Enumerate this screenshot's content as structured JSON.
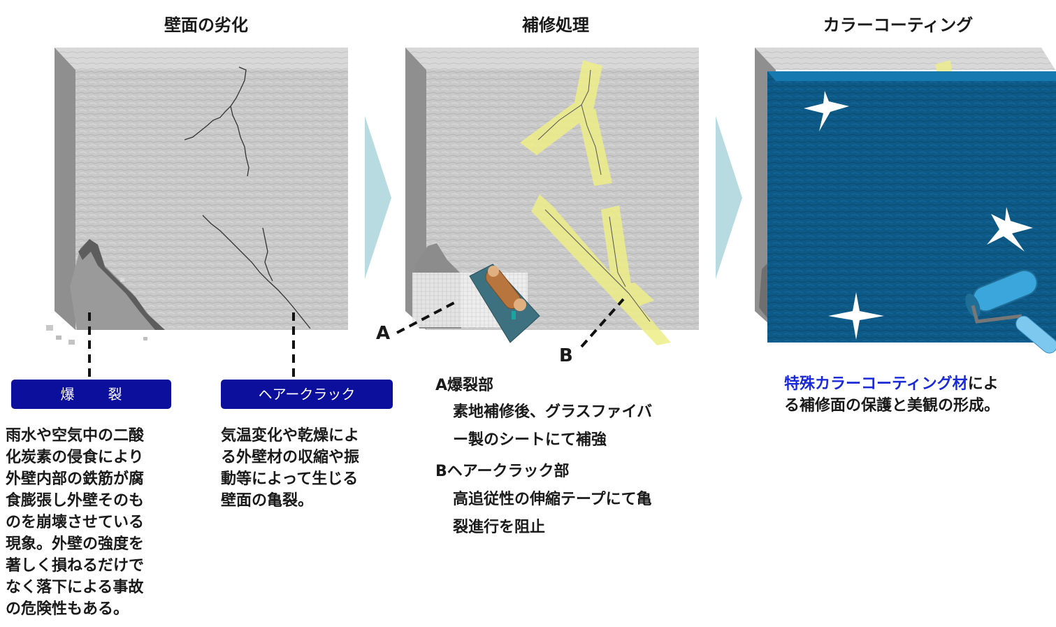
{
  "panels": [
    {
      "title": "壁面の劣化"
    },
    {
      "title": "補修処理"
    },
    {
      "title": "カラーコーティング"
    }
  ],
  "deterioration": {
    "explosion": {
      "badge": "爆　裂",
      "desc": [
        "雨水や空気中の二酸",
        "化炭素の侵食により",
        "外壁内部の鉄筋が腐",
        "食膨張し外壁そのも",
        "のを崩壊させている",
        "現象。外壁の強度を",
        "著しく損ねるだけで",
        "なく落下による事故",
        "の危険性もある。"
      ]
    },
    "hair_crack": {
      "badge": "ヘアークラック",
      "desc": [
        "気温変化や乾燥によ",
        "る外壁材の収縮や振",
        "動等によって生じる",
        "壁面の亀裂。"
      ]
    }
  },
  "repair": {
    "label_a": "A",
    "label_b": "B",
    "a_heading": "A爆裂部",
    "a_desc": [
      "素地補修後、グラスファイバ",
      "ー製のシートにて補強"
    ],
    "b_heading": "Bヘアークラック部",
    "b_desc": [
      "高追従性の伸縮テープにて亀",
      "裂進行を阻止"
    ]
  },
  "coating": {
    "highlight": "特殊カラーコーティング材",
    "rest_line1": "によ",
    "line2": "る補修面の保護と美観の形成。"
  },
  "colors": {
    "badge": "#0b0f9c",
    "coating": "#0d5a86",
    "arrow": "#b7dbe0",
    "tape": "#eeee88",
    "highlight": "#1a2ad6"
  }
}
